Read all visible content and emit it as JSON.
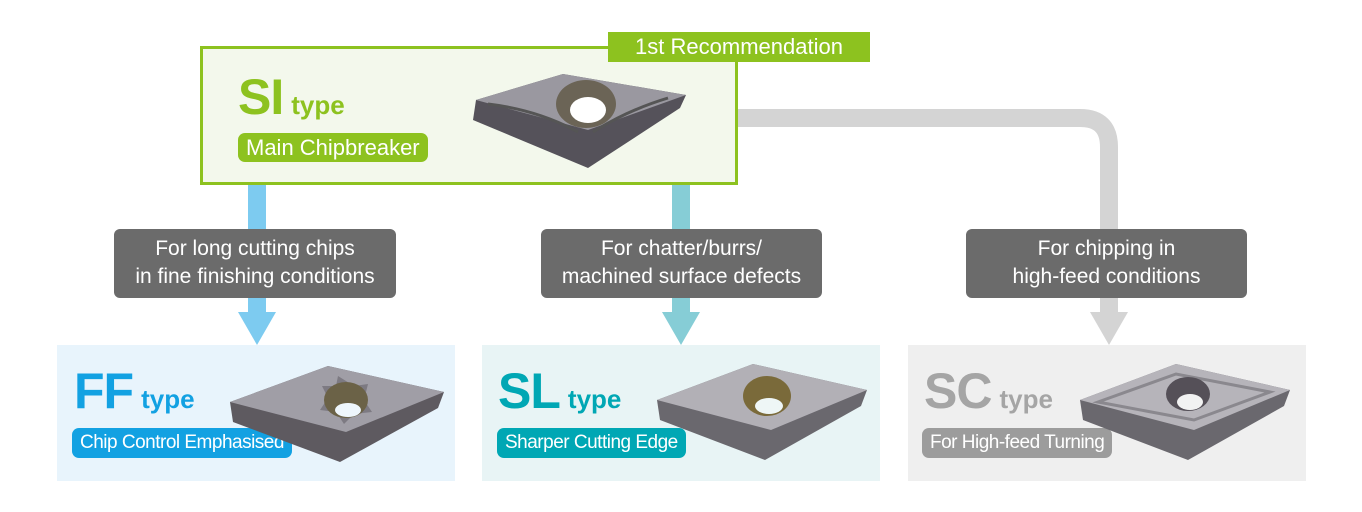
{
  "top": {
    "badge": "1st Recommendation",
    "name": "SI",
    "type": "type",
    "chip": "Main Chipbreaker",
    "color": "#8dc21f"
  },
  "paths": [
    {
      "label": "For long cutting chips in fine finishing conditions",
      "line1": "For long cutting chips",
      "line2": "in fine finishing conditions",
      "color": "#7dcbf0"
    },
    {
      "label": "For chatter/burrs/ machined surface defects",
      "line1": "For chatter/burrs/",
      "line2": "machined surface defects",
      "color": "#86cdd6"
    },
    {
      "label": "For chipping in high-feed conditions",
      "line1": "For chipping in",
      "line2": "high-feed conditions",
      "color": "#d4d4d4"
    }
  ],
  "types": [
    {
      "name": "FF",
      "type": "type",
      "chip": "Chip Control Emphasised",
      "color": "#12a1e2",
      "bg": "#e8f4fc"
    },
    {
      "name": "SL",
      "type": "type",
      "chip": "Sharper Cutting Edge",
      "color": "#00a7b4",
      "bg": "#e8f4f5"
    },
    {
      "name": "SC",
      "type": "type",
      "chip": "For High-feed Turning",
      "color": "#a5a5a5",
      "bg": "#efefef"
    }
  ]
}
